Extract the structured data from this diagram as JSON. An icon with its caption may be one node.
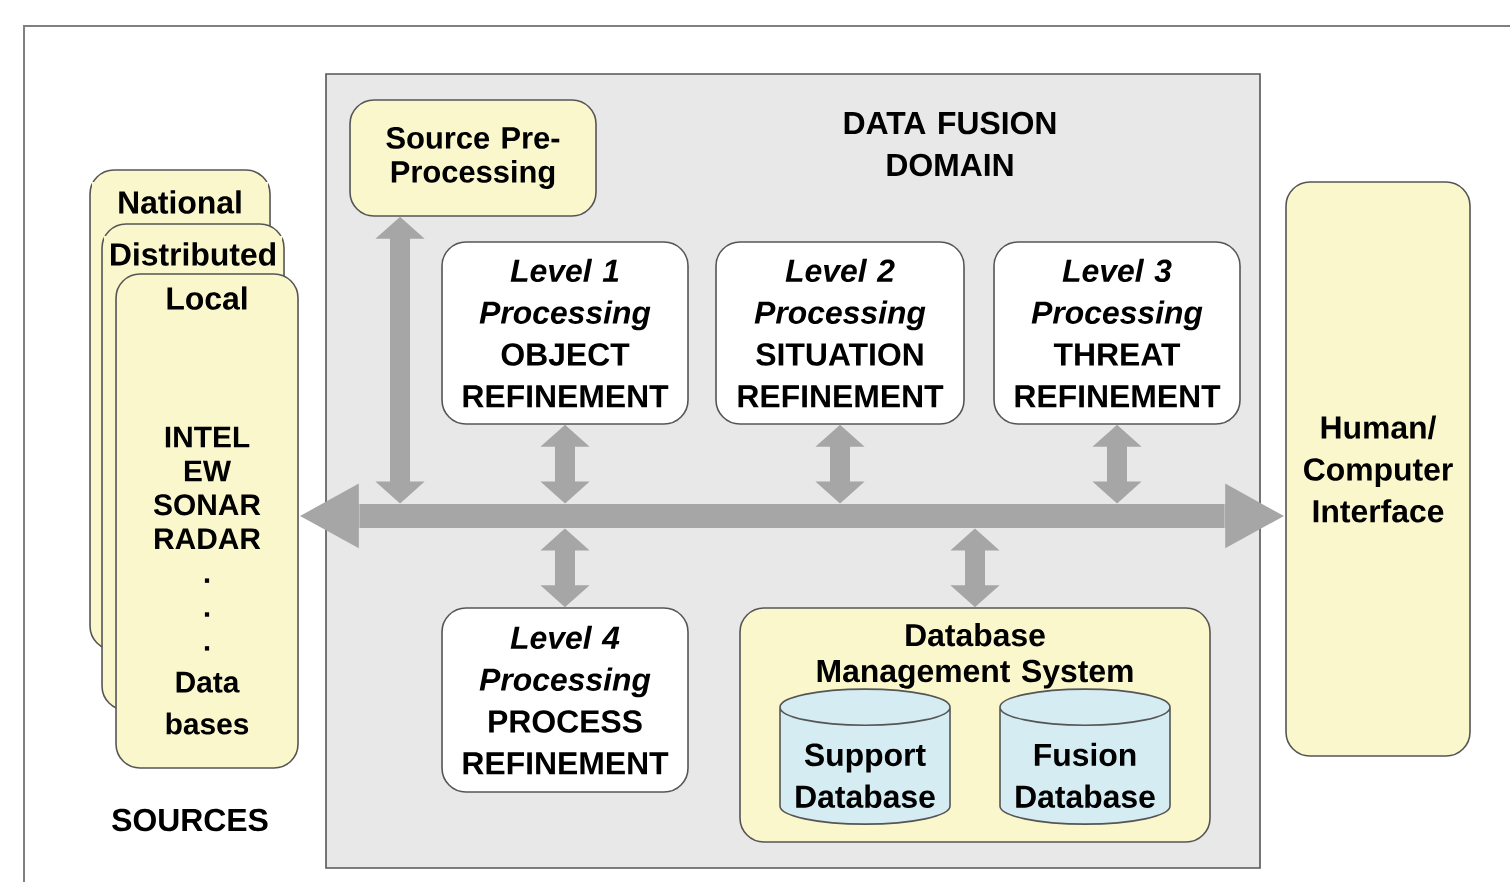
{
  "diagram": {
    "nodes": [
      {
        "text": [
          "DATA FUSION DOMAIN"
        ]
      },
      {
        "text": [
          "Source Pre-Processing"
        ],
        "in": 0
      },
      {
        "text": [
          "Level 1 Processing",
          "OBJECT REFINEMENT"
        ],
        "in": 0
      },
      {
        "text": [
          "Level 2 Processing",
          "SITUATION REFINEMENT"
        ],
        "in": 0
      },
      {
        "text": [
          "Level 3 Processing",
          "THREAT REFINEMENT"
        ],
        "in": 0
      },
      {
        "text": [
          "Level 4 Processing",
          "PROCESS REFINEMENT"
        ],
        "in": 0
      },
      {
        "text": [
          "Database Management System"
        ],
        "in": 0
      },
      {
        "text": [
          "Support Database"
        ],
        "in": 6
      },
      {
        "text": [
          "Fusion Database"
        ],
        "in": 6
      },
      {
        "text": [
          "Human/ Computer Interface"
        ]
      },
      {
        "text": [
          "National"
        ]
      },
      {
        "text": [
          "Distributed"
        ]
      },
      {
        "text": [
          "Local",
          "INTEL",
          "EW",
          "SONAR",
          "RADAR",
          ".",
          ".",
          ".",
          "Data bases"
        ]
      },
      {
        "text": [],
        "shape": "bar",
        "in": 0
      }
    ],
    "edges": [
      {
        "from": 13,
        "to": 12,
        "arrow": "to"
      },
      {
        "from": 13,
        "to": 9,
        "arrow": "to"
      },
      {
        "from": 1,
        "to": 13,
        "arrow": "both"
      },
      {
        "from": 2,
        "to": 13,
        "arrow": "both"
      },
      {
        "from": 3,
        "to": 13,
        "arrow": "both"
      },
      {
        "from": 4,
        "to": 13,
        "arrow": "both"
      },
      {
        "from": 13,
        "to": 5,
        "arrow": "both"
      },
      {
        "from": 13,
        "to": 6,
        "arrow": "both"
      }
    ],
    "labels": [
      "SOURCES"
    ]
  }
}
